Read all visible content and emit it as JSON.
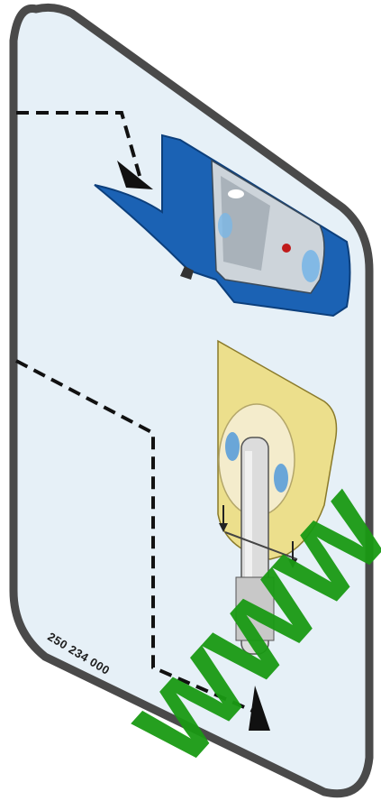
{
  "part_number": "250 234 000",
  "watermark": "www",
  "colors": {
    "panel_fill": "#e6f0f7",
    "panel_border": "#4a4a4a",
    "cover_blue": "#1b62b4",
    "adapter_yellow": "#ecdf8c",
    "watermark_green": "#1a9a14",
    "dashed_line": "#111111"
  },
  "icons": [
    "blue-cover",
    "yellow-adapter-plate",
    "insertion-arrow",
    "dashed-guide-line"
  ]
}
